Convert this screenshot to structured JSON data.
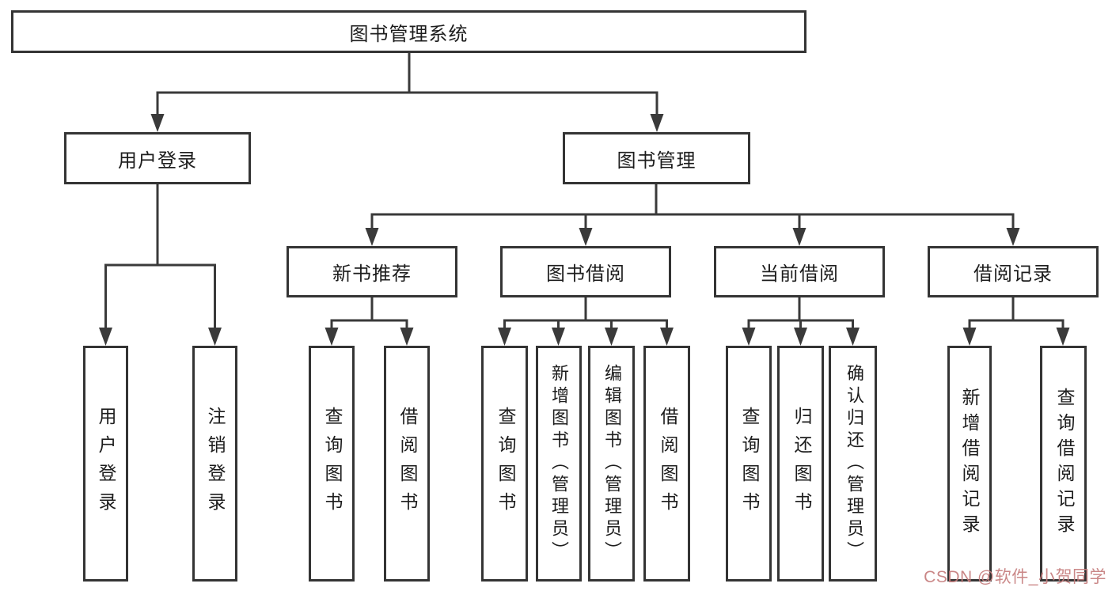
{
  "tree": {
    "root": {
      "label": "图书管理系统"
    },
    "branches": [
      {
        "label": "用户登录",
        "children": [
          {
            "label": "用户登录"
          },
          {
            "label": "注销登录"
          }
        ]
      },
      {
        "label": "图书管理",
        "children": [
          {
            "label": "新书推荐",
            "children": [
              {
                "label": "查询图书"
              },
              {
                "label": "借阅图书"
              }
            ]
          },
          {
            "label": "图书借阅",
            "children": [
              {
                "label": "查询图书"
              },
              {
                "label": "新增图书（管理员）"
              },
              {
                "label": "编辑图书（管理员）"
              },
              {
                "label": "借阅图书"
              }
            ]
          },
          {
            "label": "当前借阅",
            "children": [
              {
                "label": "查询图书"
              },
              {
                "label": "归还图书"
              },
              {
                "label": "确认归还（管理员）"
              }
            ]
          },
          {
            "label": "借阅记录",
            "children": [
              {
                "label": "新增借阅记录"
              },
              {
                "label": "查询借阅记录"
              }
            ]
          }
        ]
      }
    ]
  },
  "watermark": {
    "text": "CSDN @软件_小贺同学"
  },
  "colors": {
    "line": "#343434",
    "box_border": "#343434",
    "text": "#1d1d1d",
    "background": "#ffffff",
    "watermark": "#c67d7d"
  }
}
